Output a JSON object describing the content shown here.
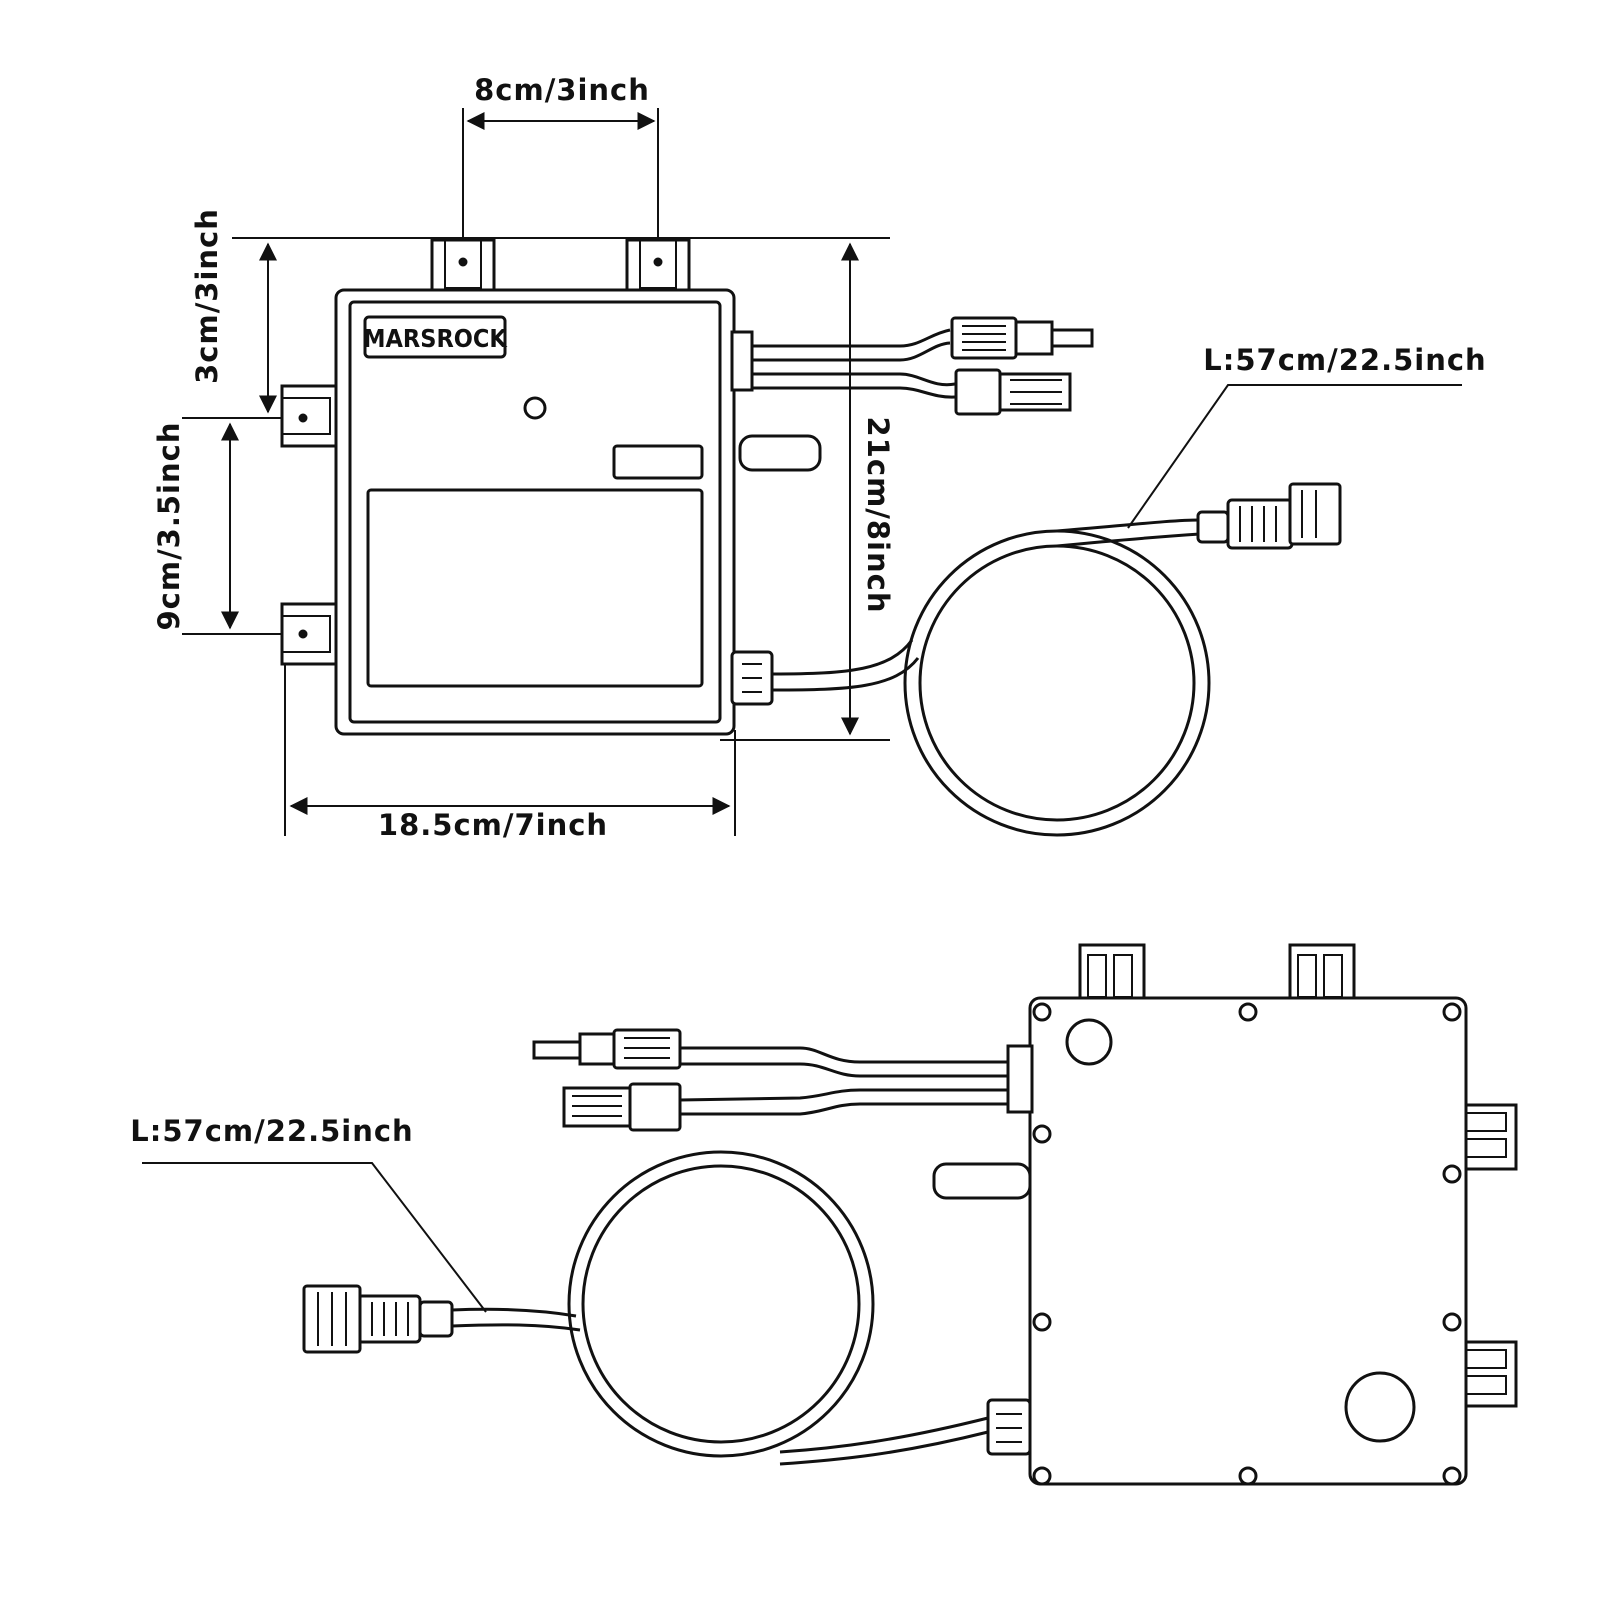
{
  "top_view": {
    "brand_label": "MARSROCK",
    "dim_mount_spacing": "8cm/3inch",
    "dim_top_offset": "3cm/3inch",
    "dim_side_spacing": "9cm/3.5inch",
    "dim_height": "21cm/8inch",
    "dim_width": "18.5cm/7inch",
    "cable_length": "L:57cm/22.5inch"
  },
  "bottom_view": {
    "cable_length": "L:57cm/22.5inch"
  },
  "colors": {
    "ink": "#111111",
    "background": "#ffffff"
  }
}
